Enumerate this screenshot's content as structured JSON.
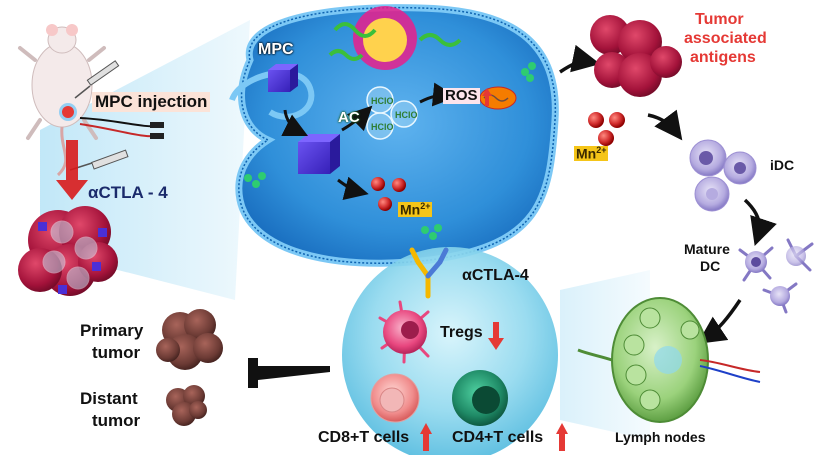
{
  "labels": {
    "mpc_injection": "MPC injection",
    "actla4_left": "αCTLA - 4",
    "mpc": "MPC",
    "ac": "AC",
    "ros": "ROS",
    "mn_cell": "Mn2+",
    "mn_right": "Mn2+",
    "tumor_antigens_line1": "Tumor",
    "tumor_antigens_line2": "associated",
    "tumor_antigens_line3": "antigens",
    "idc": "iDC",
    "mature_dc_line1": "Mature",
    "mature_dc_line2": "DC",
    "actla4_center": "αCTLA-4",
    "tregs": "Tregs",
    "primary_tumor_line1": "Primary",
    "primary_tumor_line2": "tumor",
    "distant_tumor_line1": "Distant",
    "distant_tumor_line2": "tumor",
    "cd8": "CD8+T cells",
    "cd4": "CD4+T cells",
    "lymph_nodes": "Lymph nodes"
  },
  "hclo_label": "HClO",
  "colors": {
    "membrane_blue": "#1e9be8",
    "membrane_light": "#7cc8f5",
    "mpc_cube": "#4b2fd6",
    "red_up_arrow": "#e53935",
    "tumor_red": "#b3123a",
    "antigen_title_red": "#e53935",
    "tumor_brown": "#6b3a34",
    "dc_lilac": "#9c8fd3",
    "treg_pink": "#e8477f",
    "cd4_green": "#1f8a66",
    "cd8_salmon": "#f08c8c",
    "mn_label_fill": "#f5c518"
  }
}
